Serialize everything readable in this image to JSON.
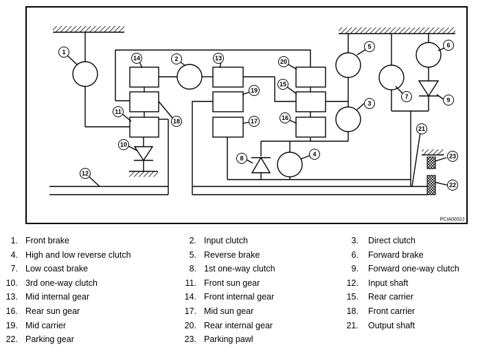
{
  "diagram": {
    "code": "PCIA0002J",
    "callouts": [
      "1",
      "2",
      "3",
      "4",
      "5",
      "6",
      "7",
      "8",
      "9",
      "10",
      "11",
      "12",
      "13",
      "14",
      "15",
      "16",
      "17",
      "18",
      "19",
      "20",
      "21",
      "22",
      "23"
    ]
  },
  "legend": [
    {
      "num": "1.",
      "text": "Front brake"
    },
    {
      "num": "2.",
      "text": "Input clutch"
    },
    {
      "num": "3.",
      "text": "Direct clutch"
    },
    {
      "num": "4.",
      "text": "High and low reverse clutch"
    },
    {
      "num": "5.",
      "text": "Reverse brake"
    },
    {
      "num": "6.",
      "text": "Forward brake"
    },
    {
      "num": "7.",
      "text": "Low coast brake"
    },
    {
      "num": "8.",
      "text": "1st one-way clutch"
    },
    {
      "num": "9.",
      "text": "Forward one-way clutch"
    },
    {
      "num": "10.",
      "text": "3rd one-way clutch"
    },
    {
      "num": "11.",
      "text": "Front sun gear"
    },
    {
      "num": "12.",
      "text": "Input shaft"
    },
    {
      "num": "13.",
      "text": "Mid internal gear"
    },
    {
      "num": "14.",
      "text": "Front internal gear"
    },
    {
      "num": "15.",
      "text": "Rear carrier"
    },
    {
      "num": "16.",
      "text": "Rear sun gear"
    },
    {
      "num": "17.",
      "text": "Mid sun gear"
    },
    {
      "num": "18.",
      "text": "Front carrier"
    },
    {
      "num": "19.",
      "text": "Mid carrier"
    },
    {
      "num": "20.",
      "text": "Rear internal gear"
    },
    {
      "num": "21.",
      "text": "Output shaft"
    },
    {
      "num": "22.",
      "text": "Parking gear"
    },
    {
      "num": "23.",
      "text": "Parking pawl"
    }
  ]
}
